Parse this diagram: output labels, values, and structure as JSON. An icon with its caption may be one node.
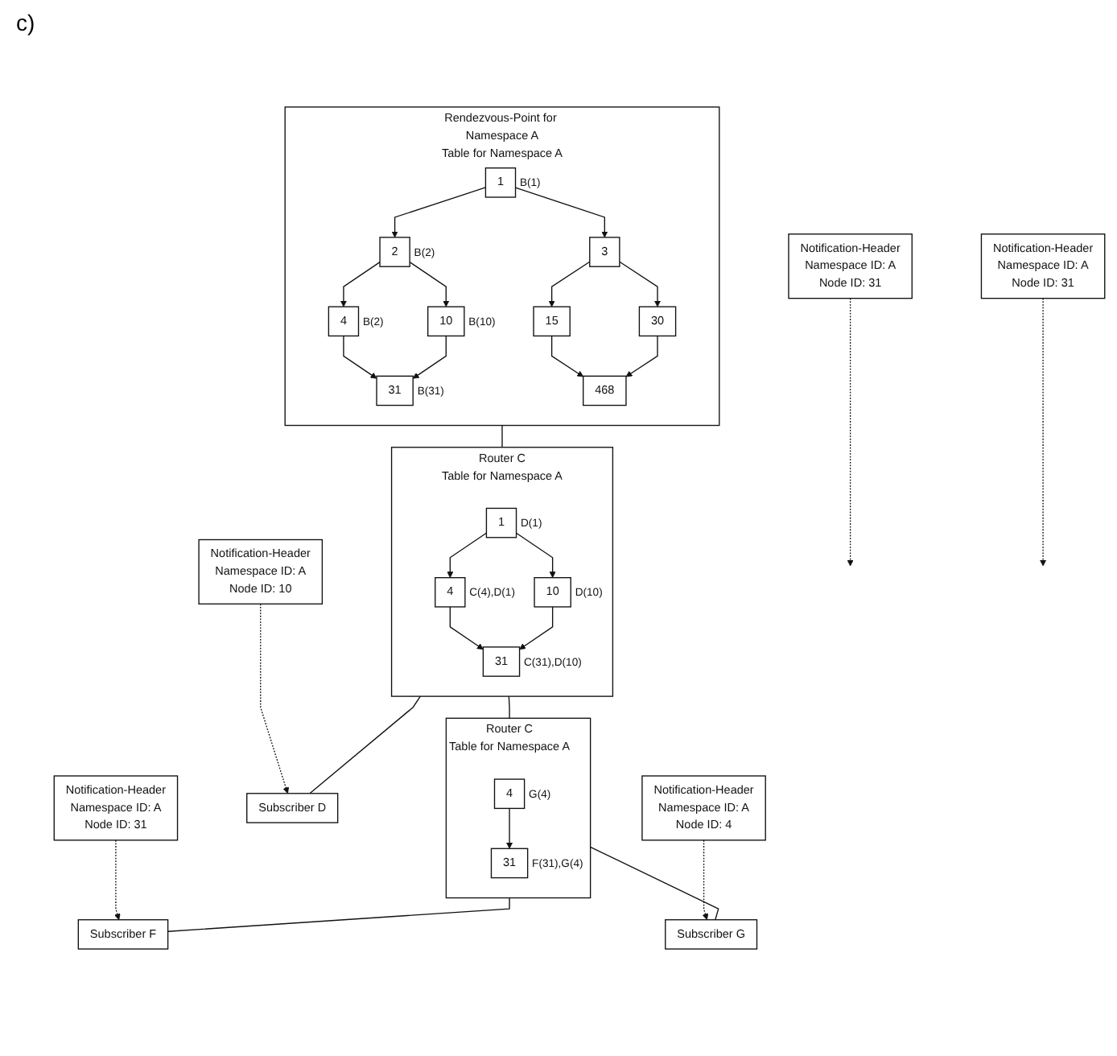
{
  "diagram": {
    "nodes": [
      {
        "text": [
          "Rendezvous-Point for Namespace A",
          "Table for Namespace A"
        ]
      },
      {
        "text": [
          "1"
        ],
        "in": 0,
        "beside": [
          "B(1)"
        ]
      },
      {
        "text": [
          "2"
        ],
        "in": 0,
        "beside": [
          "B(2)"
        ]
      },
      {
        "text": [
          "3"
        ],
        "in": 0
      },
      {
        "text": [
          "4"
        ],
        "in": 0,
        "beside": [
          "B(2)"
        ]
      },
      {
        "text": [
          "10"
        ],
        "in": 0,
        "beside": [
          "B(10)"
        ]
      },
      {
        "text": [
          "15"
        ],
        "in": 0
      },
      {
        "text": [
          "30"
        ],
        "in": 0
      },
      {
        "text": [
          "31"
        ],
        "in": 0,
        "beside": [
          "B(31)"
        ]
      },
      {
        "text": [
          "468"
        ],
        "in": 0
      },
      {
        "text": [
          "Notification-Header",
          "Namespace ID: A",
          "Node ID: 31"
        ]
      },
      {
        "text": [
          "Router C",
          "Table for Namespace A"
        ]
      },
      {
        "text": [
          "1"
        ],
        "in": 11,
        "beside": [
          "D(1)"
        ]
      },
      {
        "text": [
          "4"
        ],
        "in": 11,
        "beside": [
          "C(4),D(1)"
        ]
      },
      {
        "text": [
          "10"
        ],
        "in": 11,
        "beside": [
          "D(10)"
        ]
      },
      {
        "text": [
          "31"
        ],
        "in": 11,
        "beside": [
          "C(31),D(10)"
        ]
      },
      {
        "text": [
          "Notification-Header",
          "Namespace ID: A",
          "Node ID: 10"
        ]
      },
      {
        "text": [
          "Notification-Header",
          "Namespace ID: A",
          "Node ID: 31"
        ]
      },
      {
        "text": [
          "Subscriber D"
        ]
      },
      {
        "text": [
          "Router C",
          "Table for Namespace A"
        ]
      },
      {
        "text": [
          "4"
        ],
        "in": 19,
        "beside": [
          "G(4)"
        ]
      },
      {
        "text": [
          "31"
        ],
        "in": 19,
        "beside": [
          "F(31),G(4)"
        ]
      },
      {
        "text": [
          "Notification-Header",
          "Namespace ID: A",
          "Node ID: 31"
        ]
      },
      {
        "text": [
          "Notification-Header",
          "Namespace ID: A",
          "Node ID: 4"
        ]
      },
      {
        "text": [
          "Subscriber F"
        ]
      },
      {
        "text": [
          "Subscriber G"
        ]
      }
    ],
    "edges": [
      {
        "from": 1,
        "to": 2,
        "arrow": "to"
      },
      {
        "from": 1,
        "to": 3,
        "arrow": "to"
      },
      {
        "from": 2,
        "to": 4,
        "arrow": "to"
      },
      {
        "from": 2,
        "to": 5,
        "arrow": "to"
      },
      {
        "from": 3,
        "to": 6,
        "arrow": "to"
      },
      {
        "from": 3,
        "to": 7,
        "arrow": "to"
      },
      {
        "from": 4,
        "to": 8,
        "arrow": "to"
      },
      {
        "from": 5,
        "to": 8,
        "arrow": "to"
      },
      {
        "from": 6,
        "to": 9,
        "arrow": "to"
      },
      {
        "from": 7,
        "to": 9,
        "arrow": "to"
      },
      {
        "from": 0,
        "to": 11,
        "arrow": "none"
      },
      {
        "from": 10,
        "to": null,
        "arrow": "to",
        "style": "dashed"
      },
      {
        "from": 12,
        "to": 13,
        "arrow": "to"
      },
      {
        "from": 12,
        "to": 14,
        "arrow": "to"
      },
      {
        "from": 13,
        "to": 15,
        "arrow": "to"
      },
      {
        "from": 14,
        "to": 15,
        "arrow": "to"
      },
      {
        "from": 11,
        "to": 18,
        "arrow": "none"
      },
      {
        "from": 16,
        "to": 18,
        "arrow": "to",
        "style": "dashed"
      },
      {
        "from": 17,
        "to": null,
        "arrow": "to",
        "style": "dashed"
      },
      {
        "from": 11,
        "to": 19,
        "arrow": "none"
      },
      {
        "from": 20,
        "to": 21,
        "arrow": "to"
      },
      {
        "from": 19,
        "to": 24,
        "arrow": "none"
      },
      {
        "from": 19,
        "to": 25,
        "arrow": "none"
      },
      {
        "from": 22,
        "to": 24,
        "arrow": "to",
        "style": "dashed"
      },
      {
        "from": 23,
        "to": 25,
        "arrow": "to",
        "style": "dashed"
      }
    ],
    "labels": [
      "c)"
    ]
  }
}
